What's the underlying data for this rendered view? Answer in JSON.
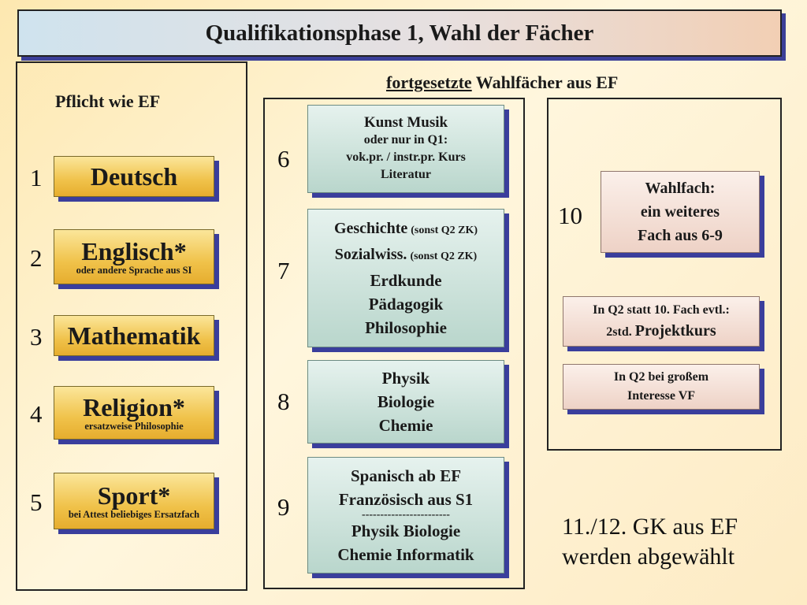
{
  "title": "Qualifikationsphase 1, Wahl der Fächer",
  "left": {
    "heading": "Pflicht wie EF",
    "items": [
      {
        "num": "1",
        "label": "Deutsch",
        "note": ""
      },
      {
        "num": "2",
        "label": "Englisch*",
        "note": "oder andere Sprache aus SI"
      },
      {
        "num": "3",
        "label": "Mathematik",
        "note": ""
      },
      {
        "num": "4",
        "label": "Religion*",
        "note": "ersatzweise Philosophie"
      },
      {
        "num": "5",
        "label": "Sport*",
        "note": "bei Attest beliebiges Ersatzfach"
      }
    ]
  },
  "middle": {
    "heading_underlined": "fortgesetzte",
    "heading_rest": " Wahlfächer aus EF",
    "boxes": [
      {
        "num": "6",
        "lines": [
          "Kunst  Musik",
          "oder nur in Q1:",
          "vok.pr. / instr.pr. Kurs",
          "Literatur"
        ]
      },
      {
        "num": "7",
        "lines": [
          "Geschichte",
          "(sonst Q2 ZK)",
          "Sozialwiss.",
          "(sonst Q2 ZK)",
          "Erdkunde",
          "Pädagogik",
          "Philosophie"
        ]
      },
      {
        "num": "8",
        "lines": [
          "Physik",
          "Biologie",
          "Chemie"
        ]
      },
      {
        "num": "9",
        "lines": [
          "Spanisch ab EF",
          "Französisch aus S1",
          "------------------------",
          "Physik  Biologie",
          "Chemie  Informatik"
        ]
      }
    ]
  },
  "right": {
    "num": "10",
    "wahlfach": [
      "Wahlfach:",
      "ein weiteres",
      "Fach aus 6-9"
    ],
    "projekt": [
      "In Q2 statt 10. Fach evtl.:",
      "2std.",
      "Projektkurs"
    ],
    "vf": [
      "In Q2 bei großem",
      "Interesse VF"
    ]
  },
  "bottom_note": [
    "11./12. GK aus EF",
    "werden abgewählt"
  ]
}
